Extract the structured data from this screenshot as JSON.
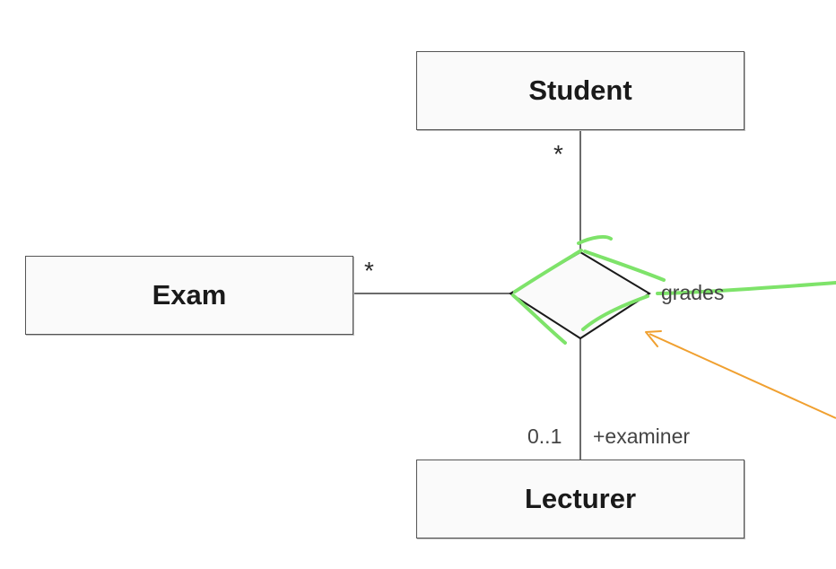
{
  "classes": {
    "student": "Student",
    "exam": "Exam",
    "lecturer": "Lecturer"
  },
  "association": {
    "name": "grades",
    "student_multiplicity": "*",
    "exam_multiplicity": "*",
    "lecturer_multiplicity": "0..1",
    "lecturer_role": "+examiner"
  },
  "colors": {
    "line": "#3a3a3a",
    "highlight": "#7ee36a",
    "arrow": "#f0a030"
  }
}
